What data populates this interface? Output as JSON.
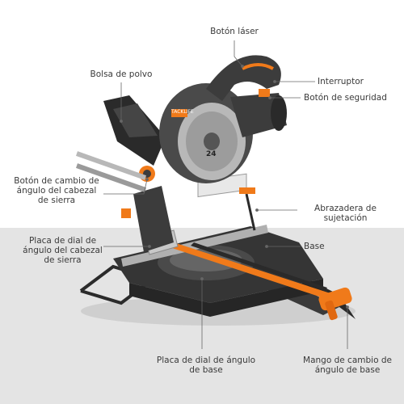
{
  "labels": {
    "laser_button": "Botón láser",
    "dust_bag": "Bolsa de polvo",
    "switch": "Interruptor",
    "safety_button": "Botón de seguridad",
    "head_angle_button": [
      "Botón de cambio de",
      "ángulo del cabezal",
      "de sierra"
    ],
    "clamp": [
      "Abrazadera de",
      "sujetación"
    ],
    "head_dial_plate": [
      "Placa de dial de",
      "ángulo del cabezal",
      "de sierra"
    ],
    "base": "Base",
    "base_dial_plate": [
      "Placa de dial de ángulo",
      "de base"
    ],
    "base_angle_handle": [
      "Mango de cambio de",
      "ángulo de base"
    ]
  },
  "product_marks": {
    "brand": "TACKLIFE",
    "blade_teeth": "24"
  },
  "colors": {
    "accent_orange": "#f07a1a",
    "body_dark": "#3c3c3c",
    "blade_silver": "#b8b8b8",
    "floor": "#e4e4e4"
  }
}
